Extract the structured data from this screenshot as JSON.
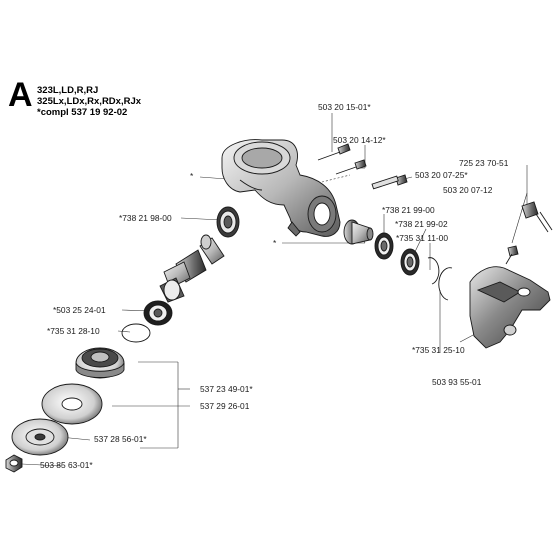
{
  "header": {
    "section_letter": "A",
    "model_lines": [
      "323L,LD,R,RJ",
      "325Lx,LDx,Rx,RDx,RJx",
      "*compl 537 19 92-02"
    ]
  },
  "callouts": {
    "p_503_20_15_01": "503 20 15-01*",
    "p_503_20_14_12": "503 20 14-12*",
    "p_503_20_07_25": "503 20 07-25*",
    "p_725_23_70_51": "725 23 70-51",
    "p_503_20_07_12": "503 20 07-12",
    "p_738_21_98_00": "*738 21 98-00",
    "p_738_21_99_00": "*738 21 99-00",
    "p_738_21_99_02": "*738 21 99-02",
    "p_735_31_11_00": "*735 31 11-00",
    "p_503_25_24_01": "*503 25 24-01",
    "p_735_31_28_10": "*735 31 28-10",
    "p_735_31_25_10": "*735 31 25-10",
    "p_503_93_55_01": "503 93 55-01",
    "p_537_23_49_01": "537 23 49-01*",
    "p_537_29_26_01": "537 29 26-01",
    "p_537_28_56_01": "537 28 56-01*",
    "p_503_85_63_01": "503 85 63-01*",
    "star_housing": "*",
    "star_shaft": "*"
  },
  "colors": {
    "line": "#1a1a1a",
    "shade_dark": "#4a4a4a",
    "shade_mid": "#9a9a9a",
    "shade_light": "#e6e6e6"
  }
}
